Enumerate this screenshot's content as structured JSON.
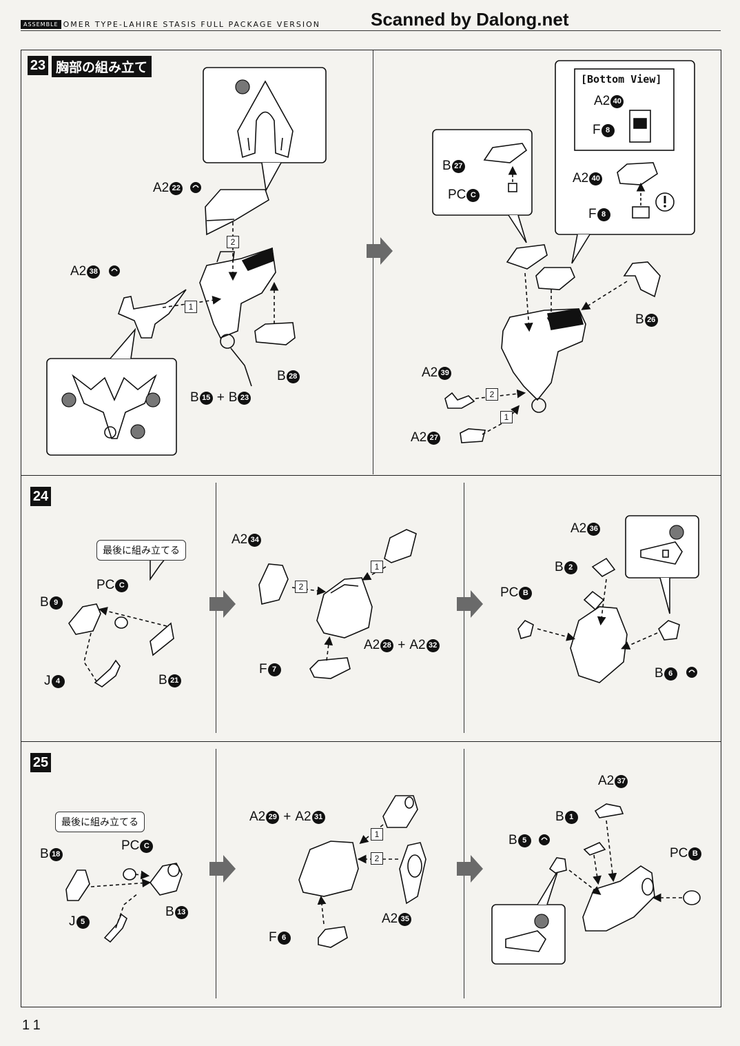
{
  "header": {
    "badge": "ASSEMBLE",
    "title": "OMER TYPE-LAHIRE STASIS FULL PACKAGE VERSION"
  },
  "watermark": "Scanned by Dalong.net",
  "page_number": "11",
  "step23": {
    "number": "23",
    "title": "胸部の組み立て",
    "bottom_view": "[Bottom View]",
    "labels": {
      "a2_22": {
        "prefix": "A2",
        "num": "22"
      },
      "a2_38": {
        "prefix": "A2",
        "num": "38"
      },
      "b15": {
        "prefix": "B",
        "num": "15"
      },
      "b23": {
        "prefix": "B",
        "num": "23"
      },
      "b28": {
        "prefix": "B",
        "num": "28"
      },
      "b27": {
        "prefix": "B",
        "num": "27"
      },
      "pcc": {
        "prefix": "PC",
        "num": "C"
      },
      "a2_40a": {
        "prefix": "A2",
        "num": "40"
      },
      "f8a": {
        "prefix": "F",
        "num": "8"
      },
      "a2_40b": {
        "prefix": "A2",
        "num": "40"
      },
      "f8b": {
        "prefix": "F",
        "num": "8"
      },
      "b26": {
        "prefix": "B",
        "num": "26"
      },
      "a2_39": {
        "prefix": "A2",
        "num": "39"
      },
      "a2_27": {
        "prefix": "A2",
        "num": "27"
      }
    },
    "plus": "+",
    "steps": [
      "1",
      "2"
    ]
  },
  "step24": {
    "number": "24",
    "note": "最後に組み立てる",
    "labels": {
      "pcc": {
        "prefix": "PC",
        "num": "C"
      },
      "b9": {
        "prefix": "B",
        "num": "9"
      },
      "j4": {
        "prefix": "J",
        "num": "4"
      },
      "b21": {
        "prefix": "B",
        "num": "21"
      },
      "a2_34": {
        "prefix": "A2",
        "num": "34"
      },
      "a2_28": {
        "prefix": "A2",
        "num": "28"
      },
      "a2_32": {
        "prefix": "A2",
        "num": "32"
      },
      "f7": {
        "prefix": "F",
        "num": "7"
      },
      "a2_36": {
        "prefix": "A2",
        "num": "36"
      },
      "b2": {
        "prefix": "B",
        "num": "2"
      },
      "pcb": {
        "prefix": "PC",
        "num": "B"
      },
      "b6": {
        "prefix": "B",
        "num": "6"
      }
    },
    "plus": "+",
    "steps": [
      "1",
      "2"
    ]
  },
  "step25": {
    "number": "25",
    "note": "最後に組み立てる",
    "labels": {
      "b18": {
        "prefix": "B",
        "num": "18"
      },
      "pcc": {
        "prefix": "PC",
        "num": "C"
      },
      "b13": {
        "prefix": "B",
        "num": "13"
      },
      "j5": {
        "prefix": "J",
        "num": "5"
      },
      "a2_29": {
        "prefix": "A2",
        "num": "29"
      },
      "a2_31": {
        "prefix": "A2",
        "num": "31"
      },
      "a2_35": {
        "prefix": "A2",
        "num": "35"
      },
      "f6": {
        "prefix": "F",
        "num": "6"
      },
      "a2_37": {
        "prefix": "A2",
        "num": "37"
      },
      "b1": {
        "prefix": "B",
        "num": "1"
      },
      "b5": {
        "prefix": "B",
        "num": "5"
      },
      "pcb": {
        "prefix": "PC",
        "num": "B"
      }
    },
    "plus": "+",
    "steps": [
      "1",
      "2"
    ]
  },
  "icons": [
    "optional-part-icon",
    "apply-glue-icon",
    "caution-icon",
    "next-stage-arrow-icon"
  ],
  "colors": {
    "ink": "#111111",
    "paper": "#f4f3ef",
    "arrow": "#6a6a6a"
  }
}
